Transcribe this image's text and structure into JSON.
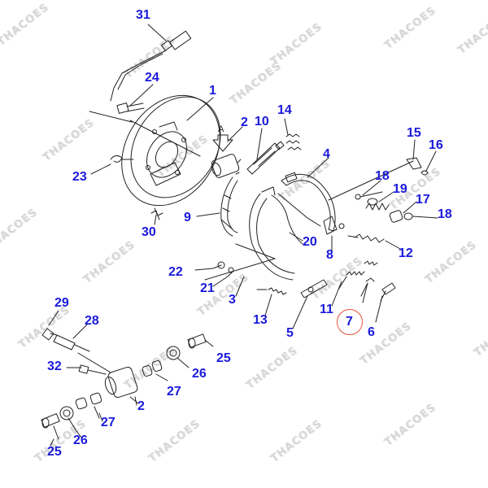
{
  "watermark": "THACOES",
  "colors": {
    "label": "#1a1adc",
    "highlight": "#e5533c",
    "line": "#222222",
    "watermark": "#d7d7d7"
  },
  "labels": {
    "p31": "31",
    "p24": "24",
    "p1": "1",
    "p2a": "2",
    "p10": "10",
    "p14": "14",
    "p15": "15",
    "p16": "16",
    "p4": "4",
    "p23": "23",
    "p18a": "18",
    "p19": "19",
    "p17": "17",
    "p18b": "18",
    "p9": "9",
    "p30": "30",
    "p20": "20",
    "p8": "8",
    "p12": "12",
    "p22": "22",
    "p21": "21",
    "p3": "3",
    "p13": "13",
    "p11": "11",
    "p7": "7",
    "p5": "5",
    "p6": "6",
    "p29": "29",
    "p28": "28",
    "p25a": "25",
    "p32": "32",
    "p26a": "26",
    "p27a": "27",
    "p2b": "2",
    "p27b": "27",
    "p26b": "26",
    "p25b": "25",
    "annot_a": "A"
  },
  "highlighted_part": "7"
}
